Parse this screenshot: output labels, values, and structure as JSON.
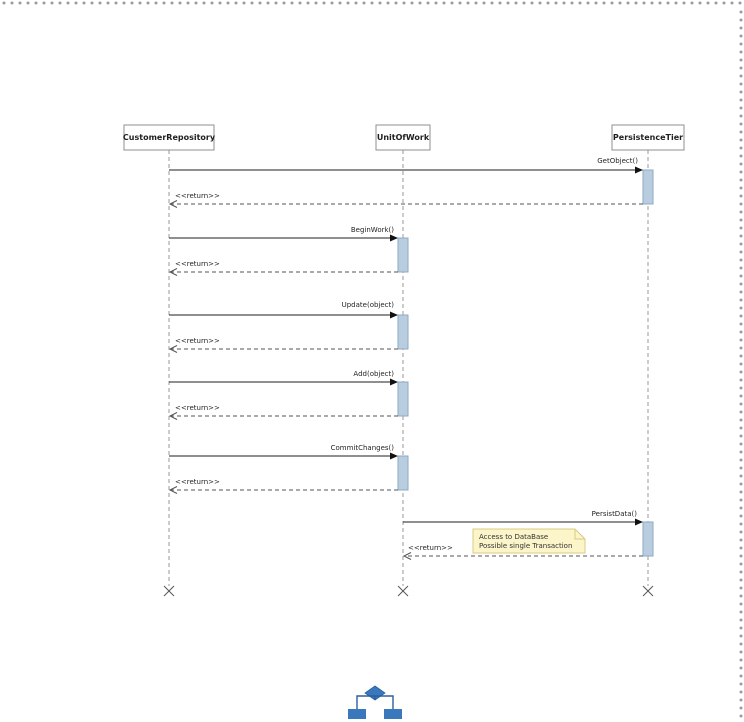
{
  "lifelines": [
    {
      "id": "customer",
      "label": "CustomerRepository"
    },
    {
      "id": "uow",
      "label": "UnitOfWork"
    },
    {
      "id": "persistence",
      "label": "PersistenceTier"
    }
  ],
  "messages": [
    {
      "from": "customer",
      "to": "persistence",
      "label": "GetObject()",
      "return_label": "<<return>>"
    },
    {
      "from": "customer",
      "to": "uow",
      "label": "BeginWork()",
      "return_label": "<<return>>"
    },
    {
      "from": "customer",
      "to": "uow",
      "label": "Update(object)",
      "return_label": "<<return>>"
    },
    {
      "from": "customer",
      "to": "uow",
      "label": "Add(object)",
      "return_label": "<<return>>"
    },
    {
      "from": "customer",
      "to": "uow",
      "label": "CommitChanges()",
      "return_label": "<<return>>"
    },
    {
      "from": "uow",
      "to": "persistence",
      "label": "PersistData()",
      "return_label": "<<return>>"
    }
  ],
  "note": {
    "lines": [
      "Access to DataBase",
      "Possible single Transaction"
    ]
  },
  "colors": {
    "activation": "#b8cde0",
    "note": "#fbf5c9",
    "logo": "#3a78be"
  },
  "logo": {
    "icon": "flowchart-icon"
  }
}
